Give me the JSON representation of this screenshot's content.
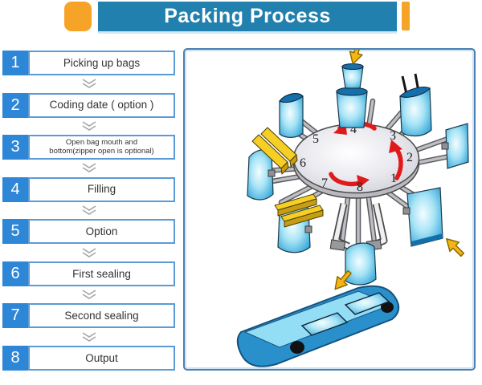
{
  "header": {
    "title": "Packing Process"
  },
  "steps": [
    {
      "num": "1",
      "label": "Picking up bags"
    },
    {
      "num": "2",
      "label": "Coding date ( option )"
    },
    {
      "num": "3",
      "label": "Open bag mouth and\nbottom(zipper open is optional)"
    },
    {
      "num": "4",
      "label": "Filling"
    },
    {
      "num": "5",
      "label": "Option"
    },
    {
      "num": "6",
      "label": "First sealing"
    },
    {
      "num": "7",
      "label": "Second sealing"
    },
    {
      "num": "8",
      "label": "Output"
    }
  ],
  "machine": {
    "stations": [
      "1",
      "2",
      "3",
      "4",
      "5",
      "6",
      "7",
      "8"
    ]
  },
  "colors": {
    "header_blue": "#2180AE",
    "accent_orange": "#F5A428",
    "step_number_blue": "#2E86D6",
    "box_border_blue": "#5B9BD5",
    "panel_border_blue": "#4A80B2",
    "bag_blue": "#2AA0D6",
    "bag_rim_blue": "#1470AC",
    "rotation_arrow_red": "#E2191B",
    "direction_arrow_yellow": "#F7B515",
    "sealing_bar_yellow": "#F6CF25",
    "turntable_gray": "#DCDCE2"
  }
}
